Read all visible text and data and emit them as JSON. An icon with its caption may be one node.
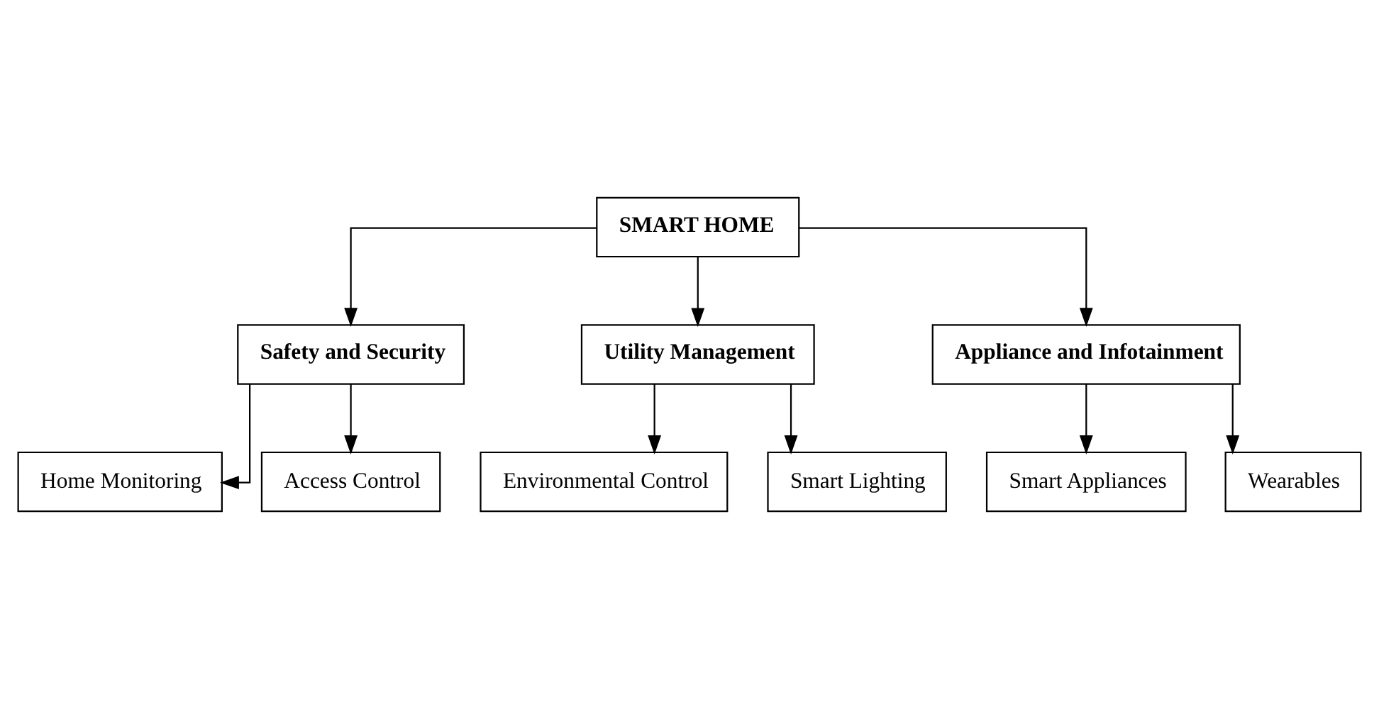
{
  "diagram": {
    "nodes": [
      {
        "text": [
          "SMART HOME"
        ]
      },
      {
        "text": [
          "Safety and Security"
        ]
      },
      {
        "text": [
          "Utility Management"
        ]
      },
      {
        "text": [
          "Appliance and Infotainment"
        ]
      },
      {
        "text": [
          "Home Monitoring"
        ]
      },
      {
        "text": [
          "Access Control"
        ]
      },
      {
        "text": [
          "Environmental Control"
        ]
      },
      {
        "text": [
          "Smart Lighting"
        ]
      },
      {
        "text": [
          "Smart Appliances"
        ]
      },
      {
        "text": [
          "Wearables"
        ]
      }
    ],
    "edges": [
      {
        "from": 0,
        "to": 1,
        "arrow": "to"
      },
      {
        "from": 0,
        "to": 2,
        "arrow": "to"
      },
      {
        "from": 0,
        "to": 3,
        "arrow": "to"
      },
      {
        "from": 1,
        "to": 4,
        "arrow": "to"
      },
      {
        "from": 1,
        "to": 5,
        "arrow": "to"
      },
      {
        "from": 2,
        "to": 6,
        "arrow": "to"
      },
      {
        "from": 2,
        "to": 7,
        "arrow": "to"
      },
      {
        "from": 3,
        "to": 8,
        "arrow": "to"
      },
      {
        "from": 3,
        "to": 9,
        "arrow": "to"
      }
    ]
  }
}
